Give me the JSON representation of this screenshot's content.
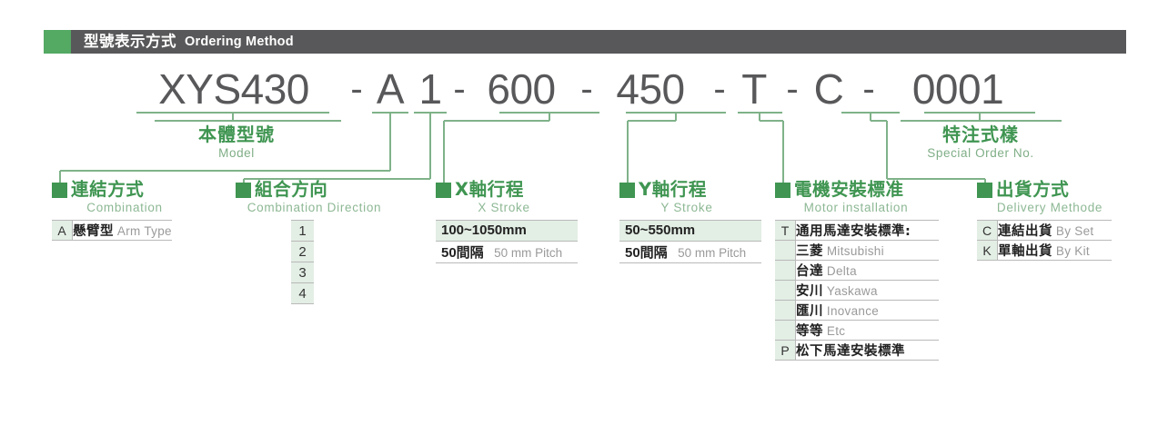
{
  "header": {
    "title_cn": "型號表示方式",
    "title_en": "Ordering Method",
    "swatch_color": "#54a963",
    "bar_color": "#58585a"
  },
  "theme": {
    "green": "#3f9551",
    "green_light": "#7fb289",
    "green_fill": "#e3eee5",
    "gray_text": "#58585a"
  },
  "model_code": {
    "tokens": [
      "XYS430",
      "A",
      "1",
      "600",
      "450",
      "T",
      "C",
      "0001"
    ],
    "separators": [
      "-",
      "-",
      "-",
      "-",
      "-",
      "-",
      "-"
    ],
    "full": "XYS430 - A 1 - 600 - 450 - T - C - 0001"
  },
  "upper_callouts": [
    {
      "cn": "本體型號",
      "en": "Model"
    },
    {
      "cn": "特注式樣",
      "en": "Special Order No."
    }
  ],
  "groups": [
    {
      "id": "combination",
      "cn": "連結方式",
      "en": "Combination",
      "type": "keyed",
      "rows": [
        {
          "key": "A",
          "cn": "懸臂型",
          "en": "Arm Type"
        }
      ]
    },
    {
      "id": "combination-direction",
      "cn": "組合方向",
      "en": "Combination Direction",
      "type": "numbers",
      "numbers": [
        "1",
        "2",
        "3",
        "4"
      ]
    },
    {
      "id": "x-stroke",
      "cn": "X軸行程",
      "en": "X Stroke",
      "type": "stroke",
      "range": "100~1050mm",
      "pitch_cn": "50間隔",
      "pitch_en": "50 mm Pitch"
    },
    {
      "id": "y-stroke",
      "cn": "Y軸行程",
      "en": "Y Stroke",
      "type": "stroke",
      "range": "50~550mm",
      "pitch_cn": "50間隔",
      "pitch_en": "50 mm Pitch"
    },
    {
      "id": "motor-installation",
      "cn": "電機安裝標准",
      "en": "Motor installation",
      "type": "keyed",
      "rows": [
        {
          "key": "T",
          "cn": "通用馬達安裝標準:",
          "en": ""
        },
        {
          "key": "",
          "cn": "三菱",
          "en": "Mitsubishi"
        },
        {
          "key": "",
          "cn": "台達",
          "en": "Delta"
        },
        {
          "key": "",
          "cn": "安川",
          "en": "Yaskawa"
        },
        {
          "key": "",
          "cn": "匯川",
          "en": "Inovance"
        },
        {
          "key": "",
          "cn": "等等",
          "en": "Etc"
        },
        {
          "key": "P",
          "cn": "松下馬達安裝標準",
          "en": ""
        }
      ]
    },
    {
      "id": "delivery-method",
      "cn": "出貨方式",
      "en": "Delivery Methode",
      "type": "keyed",
      "rows": [
        {
          "key": "C",
          "cn": "連結出貨",
          "en": "By Set"
        },
        {
          "key": "K",
          "cn": "單軸出貨",
          "en": "By Kit"
        }
      ]
    }
  ]
}
